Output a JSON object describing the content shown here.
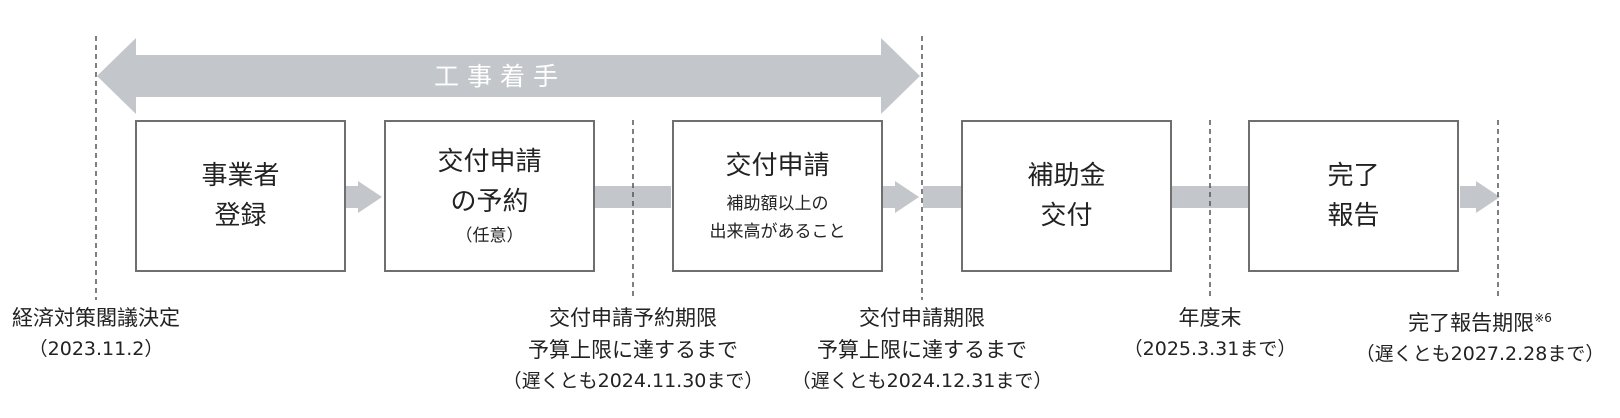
{
  "banner": {
    "label": "工事着手"
  },
  "boxes": [
    {
      "line1": "事業者",
      "line2": "登録",
      "note": ""
    },
    {
      "line1": "交付申請",
      "line2": "の予約",
      "note": "（任意）"
    },
    {
      "line1": "交付申請",
      "note1": "補助額以上の",
      "note2": "出来高があること"
    },
    {
      "line1": "補助金",
      "line2": "交付"
    },
    {
      "line1": "完了",
      "line2": "報告"
    }
  ],
  "milestones": [
    {
      "line1": "経済対策閣議決定",
      "line2": "（2023.11.2）"
    },
    {
      "line1": "交付申請予約期限",
      "line2": "予算上限に達するまで",
      "line3": "（遅くとも2024.11.30まで）"
    },
    {
      "line1": "交付申請期限",
      "line2": "予算上限に達するまで",
      "line3": "（遅くとも2024.12.31まで）"
    },
    {
      "line1": "年度末",
      "line2": "（2025.3.31まで）"
    },
    {
      "line1": "完了報告期限",
      "sup": "※6",
      "line2": "（遅くとも2027.2.28まで）"
    }
  ],
  "colors": {
    "arrow": "#c3c6ca",
    "border": "#6f6f6f",
    "dash": "#555555"
  }
}
